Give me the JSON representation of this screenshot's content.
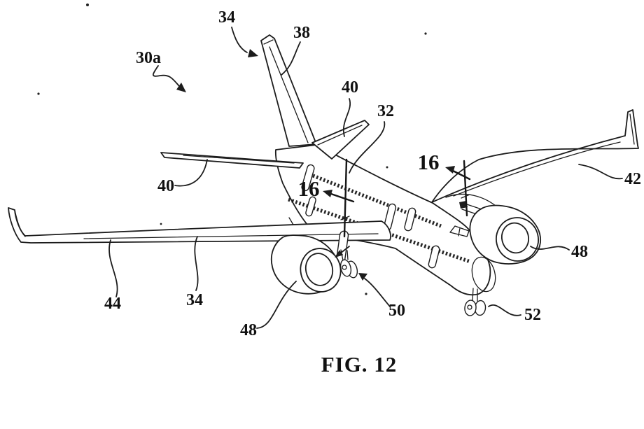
{
  "figure": {
    "caption": "FIG. 12",
    "reference_labels": {
      "r30a": "30a",
      "r34_tail": "34",
      "r38": "38",
      "r40_right_stab": "40",
      "r32": "32",
      "r16_aft": "16",
      "r16_fwd": "16",
      "r42": "42",
      "r40_left_stab": "40",
      "r44": "44",
      "r34_wing": "34",
      "r48_left": "48",
      "r48_right": "48",
      "r50": "50",
      "r52": "52"
    },
    "colors": {
      "ink": "#1c1c1c",
      "background": "#ffffff"
    }
  }
}
